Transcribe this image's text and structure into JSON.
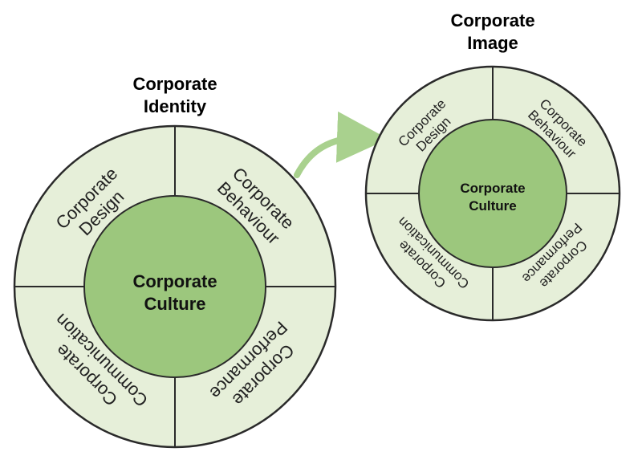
{
  "identity": {
    "title_line1": "Corporate",
    "title_line2": "Identity",
    "core_line1": "Corporate",
    "core_line2": "Culture",
    "segments": {
      "design": [
        "Corporate",
        "Design"
      ],
      "behaviour": [
        "Corporate",
        "Behaviour"
      ],
      "performance": [
        "Corporate",
        "Performance"
      ],
      "communication": [
        "Corporate",
        "Communication"
      ]
    }
  },
  "image": {
    "title_line1": "Corporate",
    "title_line2": "Image",
    "core_line1": "Corporate",
    "core_line2": "Culture",
    "segments": {
      "design": [
        "Corporate",
        "Design"
      ],
      "behaviour": [
        "Corporate",
        "Behaviour"
      ],
      "performance": [
        "Corporate",
        "Performance"
      ],
      "communication": [
        "Corporate",
        "Communication"
      ]
    }
  },
  "colors": {
    "ring_fill": "#e6efd9",
    "core_fill": "#9cc77d",
    "stroke": "#2a2a2a",
    "arrow": "#a9d18e"
  }
}
